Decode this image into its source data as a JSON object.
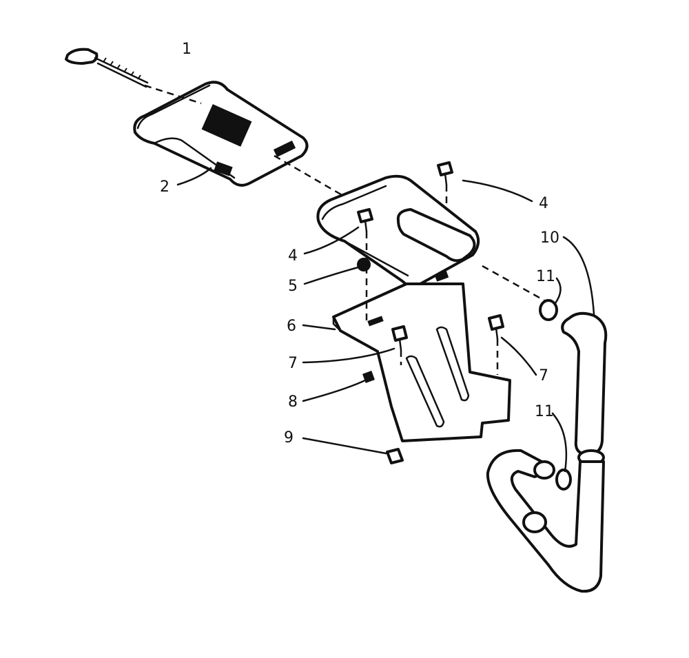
{
  "diagram": {
    "callouts": {
      "c1": "1",
      "c2": "2",
      "c4a": "4",
      "c4b": "4",
      "c5": "5",
      "c6": "6",
      "c7a": "7",
      "c7b": "7",
      "c8": "8",
      "c9": "9",
      "c10": "10",
      "c11a": "11",
      "c11b": "11"
    }
  }
}
